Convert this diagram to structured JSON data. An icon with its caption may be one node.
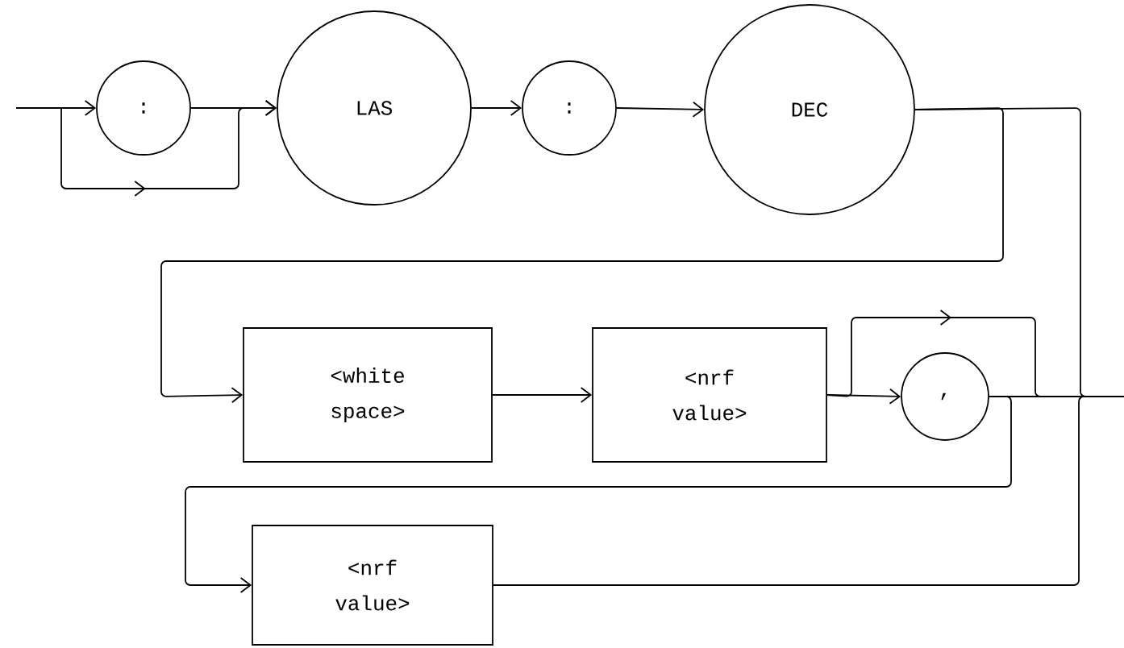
{
  "diagram": {
    "nodes": [
      {
        "text": [
          ":"
        ]
      },
      {
        "text": [
          "LAS"
        ]
      },
      {
        "text": [
          ":"
        ]
      },
      {
        "text": [
          "DEC"
        ]
      },
      {
        "text": [
          "<white space>"
        ]
      },
      {
        "text": [
          "<nrf value>"
        ]
      },
      {
        "text": [
          ","
        ]
      },
      {
        "text": [
          "<nrf value>"
        ]
      }
    ],
    "edges": [
      {
        "from": null,
        "to": 0,
        "arrow": "to"
      },
      {
        "from": 0,
        "to": 1,
        "arrow": "to"
      },
      {
        "from": null,
        "to": 1,
        "arrow": "to"
      },
      {
        "from": 1,
        "to": 2,
        "arrow": "to"
      },
      {
        "from": 2,
        "to": 3,
        "arrow": "to"
      },
      {
        "from": 3,
        "to": null,
        "arrow": "none"
      },
      {
        "from": 3,
        "to": 4,
        "arrow": "to"
      },
      {
        "from": 4,
        "to": 5,
        "arrow": "to"
      },
      {
        "from": 5,
        "to": 6,
        "arrow": "to"
      },
      {
        "from": 5,
        "to": null,
        "arrow": "to"
      },
      {
        "from": 6,
        "to": null,
        "arrow": "none"
      },
      {
        "from": 6,
        "to": 7,
        "arrow": "to"
      },
      {
        "from": 7,
        "to": null,
        "arrow": "none"
      }
    ]
  }
}
